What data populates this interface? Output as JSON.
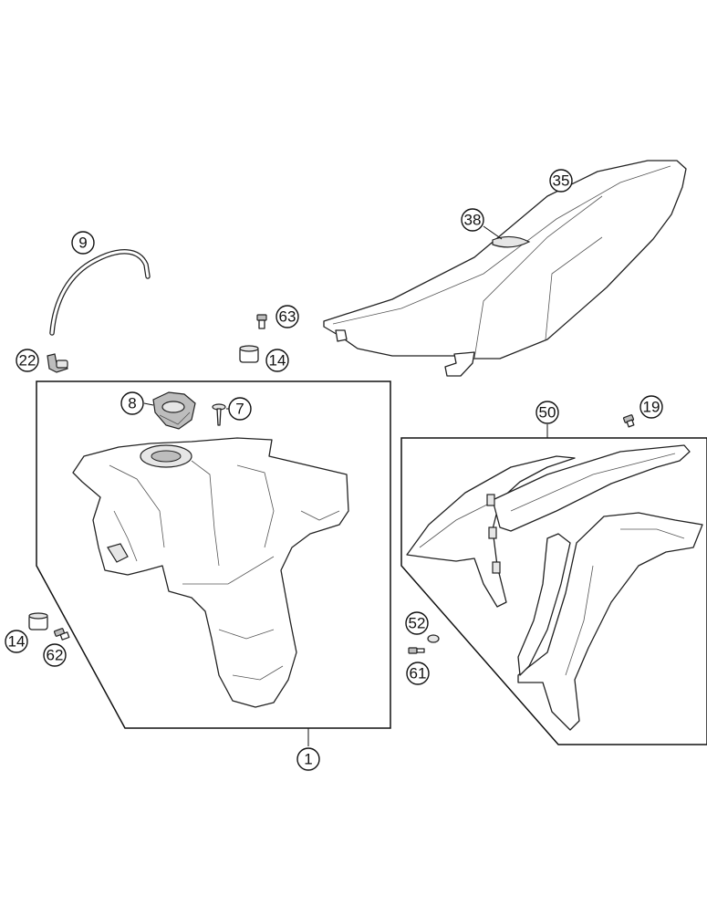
{
  "callouts": [
    {
      "id": "c35",
      "number": "35"
    },
    {
      "id": "c38",
      "number": "38"
    },
    {
      "id": "c9",
      "number": "9"
    },
    {
      "id": "c63",
      "number": "63"
    },
    {
      "id": "c22",
      "number": "22"
    },
    {
      "id": "c14a",
      "number": "14"
    },
    {
      "id": "c8",
      "number": "8"
    },
    {
      "id": "c7",
      "number": "7"
    },
    {
      "id": "c50",
      "number": "50"
    },
    {
      "id": "c19",
      "number": "19"
    },
    {
      "id": "c52",
      "number": "52"
    },
    {
      "id": "c61",
      "number": "61"
    },
    {
      "id": "c14b",
      "number": "14"
    },
    {
      "id": "c62",
      "number": "62"
    },
    {
      "id": "c1",
      "number": "1"
    }
  ]
}
